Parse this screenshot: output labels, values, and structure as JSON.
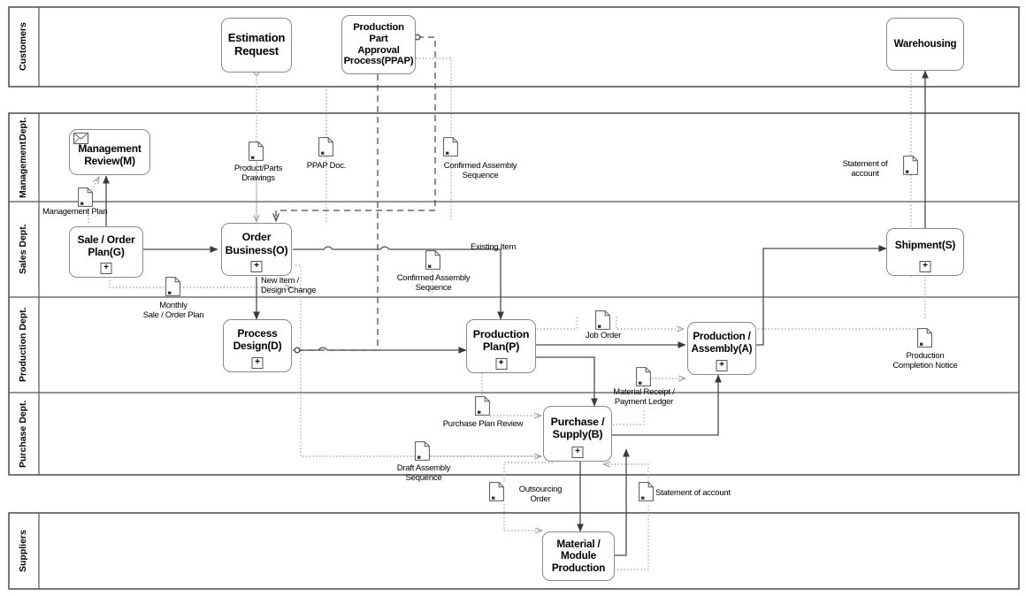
{
  "diagram": {
    "title": "Manufacturing BPMN Collaboration Diagram",
    "colors": {
      "stroke": "#8a8a8a",
      "pool_border": "#555555",
      "sequence_flow": "#555555",
      "message_flow": "#9a9a9a",
      "background": "#ffffff",
      "text": "#000000"
    }
  },
  "pools": [
    {
      "name": "customers",
      "label": "Customers"
    },
    {
      "name": "company",
      "label": ""
    },
    {
      "name": "suppliers",
      "label": "Suppliers"
    }
  ],
  "lanes": [
    {
      "name": "management",
      "label": "Management\nDept."
    },
    {
      "name": "sales",
      "label": "Sales Dept."
    },
    {
      "name": "production",
      "label": "Production Dept."
    },
    {
      "name": "purchase",
      "label": "Purchase Dept."
    }
  ],
  "lane_labels": {
    "customers": "Customers",
    "management": "Management Dept.",
    "management_l1": "Management",
    "management_l2": "Dept.",
    "sales": "Sales Dept.",
    "production": "Production Dept.",
    "purchase": "Purchase Dept.",
    "suppliers": "Suppliers"
  },
  "tasks": [
    {
      "name": "estimation-request",
      "lane": "customers",
      "lines": [
        "Estimation",
        "Request"
      ],
      "marker": "none",
      "font": 13
    },
    {
      "name": "ppap",
      "lane": "customers",
      "lines": [
        "Production Part",
        "Approval",
        "Process(PPAP)"
      ],
      "marker": "none",
      "font": 11.5
    },
    {
      "name": "warehousing",
      "lane": "customers",
      "lines": [
        "Warehousing"
      ],
      "marker": "none",
      "font": 11.5
    },
    {
      "name": "management-review",
      "lane": "management",
      "lines": [
        "Management",
        "Review(M)"
      ],
      "marker": "envelope",
      "font": 12
    },
    {
      "name": "sale-order-plan",
      "lane": "sales",
      "lines": [
        "Sale / Order",
        "Plan(G)"
      ],
      "marker": "plus",
      "font": 12
    },
    {
      "name": "order-business",
      "lane": "sales",
      "lines": [
        "Order",
        "Business(O)"
      ],
      "marker": "plus",
      "font": 12.5
    },
    {
      "name": "shipment",
      "lane": "sales",
      "lines": [
        "Shipment(S)"
      ],
      "marker": "plus",
      "font": 12
    },
    {
      "name": "process-design",
      "lane": "production",
      "lines": [
        "Process",
        "Design(D)"
      ],
      "marker": "plus",
      "font": 12
    },
    {
      "name": "production-plan",
      "lane": "production",
      "lines": [
        "Production",
        "Plan(P)"
      ],
      "marker": "plus",
      "font": 12.5
    },
    {
      "name": "production-assembly",
      "lane": "production",
      "lines": [
        "Production /",
        "Assembly(A)"
      ],
      "marker": "plus",
      "font": 11.5
    },
    {
      "name": "purchase-supply",
      "lane": "purchase",
      "lines": [
        "Purchase /",
        "Supply(B)"
      ],
      "marker": "plus",
      "font": 12.5
    },
    {
      "name": "material-module-prod",
      "lane": "suppliers",
      "lines": [
        "Material /",
        "Module",
        "Production"
      ],
      "marker": "none",
      "font": 12
    }
  ],
  "task_labels": {
    "estimation_request_1": "Estimation",
    "estimation_request_2": "Request",
    "ppap_1": "Production Part",
    "ppap_2": "Approval",
    "ppap_3": "Process(PPAP)",
    "warehousing_1": "Warehousing",
    "management_review_1": "Management",
    "management_review_2": "Review(M)",
    "sale_order_plan_1": "Sale / Order",
    "sale_order_plan_2": "Plan(G)",
    "order_business_1": "Order",
    "order_business_2": "Business(O)",
    "shipment_1": "Shipment(S)",
    "process_design_1": "Process",
    "process_design_2": "Design(D)",
    "production_plan_1": "Production",
    "production_plan_2": "Plan(P)",
    "production_assembly_1": "Production /",
    "production_assembly_2": "Assembly(A)",
    "purchase_supply_1": "Purchase /",
    "purchase_supply_2": "Supply(B)",
    "material_module_1": "Material /",
    "material_module_2": "Module",
    "material_module_3": "Production",
    "plus_marker": "+"
  },
  "data_objects": [
    {
      "name": "product-parts-drawings",
      "label_lines": [
        "Product/Parts",
        "Drawings"
      ]
    },
    {
      "name": "ppap-doc",
      "label_lines": [
        "PPAP Doc."
      ]
    },
    {
      "name": "confirmed-assembly-seq-top",
      "label_lines": [
        "Confirmed Assembly",
        "Sequence"
      ]
    },
    {
      "name": "statement-of-account-top",
      "label_lines": [
        "Statement of",
        "account"
      ]
    },
    {
      "name": "monthly-sale-order-plan",
      "label_lines": [
        "Monthly",
        "Sale / Order Plan"
      ]
    },
    {
      "name": "management-plan",
      "label_lines": [
        "Management Plan"
      ]
    },
    {
      "name": "confirmed-assembly-seq-mid",
      "label_lines": [
        "Confirmed Assembly",
        "Sequence"
      ]
    },
    {
      "name": "job-order",
      "label_lines": [
        "Job Order"
      ]
    },
    {
      "name": "production-completion",
      "label_lines": [
        "Production",
        "Completion Notice"
      ]
    },
    {
      "name": "material-receipt-ledger",
      "label_lines": [
        "Material Receipt /",
        "Payment Ledger"
      ]
    },
    {
      "name": "purchase-plan-review",
      "label_lines": [
        "Purchase Plan Review"
      ]
    },
    {
      "name": "draft-assembly-sequence",
      "label_lines": [
        "Draft Assembly",
        "Sequence"
      ]
    },
    {
      "name": "outsourcing-order",
      "label_lines": [
        "Outsourcing",
        "Order"
      ]
    },
    {
      "name": "statement-of-account-bot",
      "label_lines": [
        "Statement of account"
      ]
    }
  ],
  "doc_labels": {
    "product_parts_drawings_1": "Product/Parts",
    "product_parts_drawings_2": "Drawings",
    "ppap_doc": "PPAP Doc.",
    "confirmed_assembly_top_1": "Confirmed Assembly",
    "confirmed_assembly_top_2": "Sequence",
    "statement_account_top_1": "Statement of",
    "statement_account_top_2": "account",
    "management_plan": "Management Plan",
    "monthly_plan_1": "Monthly",
    "monthly_plan_2": "Sale / Order Plan",
    "confirmed_assembly_mid_1": "Confirmed Assembly",
    "confirmed_assembly_mid_2": "Sequence",
    "job_order": "Job Order",
    "production_completion_1": "Production",
    "production_completion_2": "Completion Notice",
    "material_receipt_1": "Material Receipt /",
    "material_receipt_2": "Payment Ledger",
    "purchase_plan_review": "Purchase Plan Review",
    "draft_assembly_1": "Draft Assembly",
    "draft_assembly_2": "Sequence",
    "outsourcing_order_1": "Outsourcing",
    "outsourcing_order_2": "Order",
    "statement_account_bot": "Statement of account"
  },
  "flow_labels": {
    "existing_item": "Existing Item",
    "new_item_1": "New Item /",
    "new_item_2": "Design Change"
  }
}
